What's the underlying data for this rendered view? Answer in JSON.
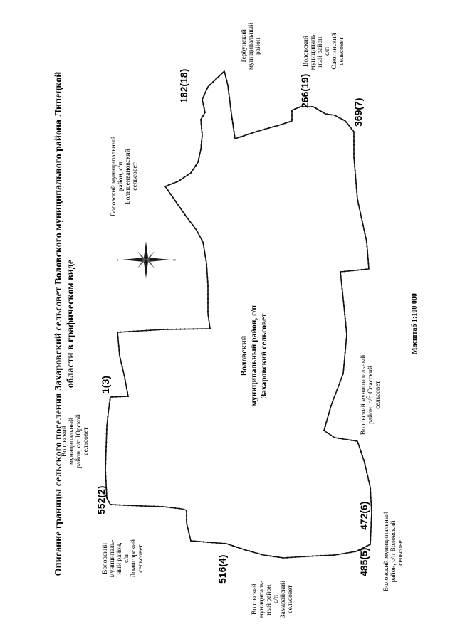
{
  "title": {
    "line1": "Описание границы сельского поселения Захаровский сельсовет Воловского муниципального района Липецкой",
    "line2": "области в графическом виде"
  },
  "center_label": {
    "line1": "Воловский",
    "line2": "муниципальный район, с/п",
    "line3": "Захаровский сельсовет"
  },
  "scale": "Масштаб 1:100 000",
  "compass": {
    "left_letter": "С",
    "right_letter": "Ю"
  },
  "point_labels": [
    {
      "id": "p1",
      "text": "1(3)"
    },
    {
      "id": "p552",
      "text": "552(2)"
    },
    {
      "id": "p516",
      "text": "516(4)"
    },
    {
      "id": "p485",
      "text": "485(5)"
    },
    {
      "id": "p472",
      "text": "472(6)"
    },
    {
      "id": "p369",
      "text": "369(7)"
    },
    {
      "id": "p266",
      "text": "266(19)"
    },
    {
      "id": "p182",
      "text": "182(18)"
    }
  ],
  "neighbors": [
    {
      "id": "yurskoy",
      "lines": [
        "Воловский",
        "муниципальный",
        "район, с/п Юрской",
        "сельсовет"
      ]
    },
    {
      "id": "lomigorskiy",
      "lines": [
        "Воловский",
        "муниципаль-",
        "ный район,",
        "с/п",
        "Ломигорский",
        "сельсовет"
      ]
    },
    {
      "id": "zamaraiskiy",
      "lines": [
        "Воловский",
        "муниципаль-",
        "ный район,",
        "с/п",
        "Замарайский",
        "сельсовет"
      ]
    },
    {
      "id": "volovskiy-sp",
      "lines": [
        "Воловский муниципальный",
        "район, с/п Воловский",
        "сельсовет"
      ]
    },
    {
      "id": "spasskiy",
      "lines": [
        "Воловский муниципальный",
        "район, с/п Спасский",
        "сельсовет"
      ]
    },
    {
      "id": "ozhoginskiy",
      "lines": [
        "Воловский",
        "муниципаль-",
        "ный район,",
        "с/п",
        "Ожогинский",
        "сельсовет"
      ]
    },
    {
      "id": "terbunskiy",
      "lines": [
        "Тербунский",
        "муниципальный",
        "район"
      ]
    },
    {
      "id": "bolshevanovskiy",
      "lines": [
        "Воловский муниципальный",
        "район, с/п",
        "Большеивановский",
        "сельсовет"
      ]
    }
  ],
  "colors": {
    "boundary": "#111111",
    "compass_dark": "#1a1a1a"
  }
}
